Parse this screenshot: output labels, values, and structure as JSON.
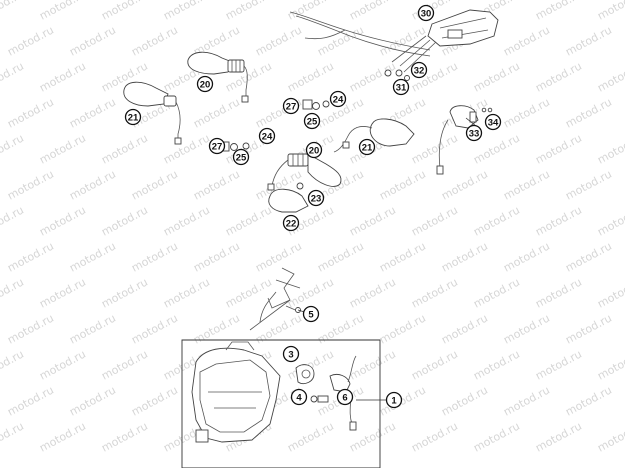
{
  "watermark": {
    "text": "motod.ru"
  },
  "callouts": [
    {
      "id": "c30",
      "label": "30"
    },
    {
      "id": "c20a",
      "label": "20"
    },
    {
      "id": "c21a",
      "label": "21"
    },
    {
      "id": "c32",
      "label": "32"
    },
    {
      "id": "c31",
      "label": "31"
    },
    {
      "id": "c27a",
      "label": "27"
    },
    {
      "id": "c24a",
      "label": "24"
    },
    {
      "id": "c25a",
      "label": "25"
    },
    {
      "id": "c33",
      "label": "33"
    },
    {
      "id": "c34",
      "label": "34"
    },
    {
      "id": "c27b",
      "label": "27"
    },
    {
      "id": "c24b",
      "label": "24"
    },
    {
      "id": "c25b",
      "label": "25"
    },
    {
      "id": "c20b",
      "label": "20"
    },
    {
      "id": "c21b",
      "label": "21"
    },
    {
      "id": "c23",
      "label": "23"
    },
    {
      "id": "c22",
      "label": "22"
    },
    {
      "id": "c5",
      "label": "5"
    },
    {
      "id": "c3",
      "label": "3"
    },
    {
      "id": "c4",
      "label": "4"
    },
    {
      "id": "c6",
      "label": "6"
    },
    {
      "id": "c1",
      "label": "1"
    }
  ]
}
